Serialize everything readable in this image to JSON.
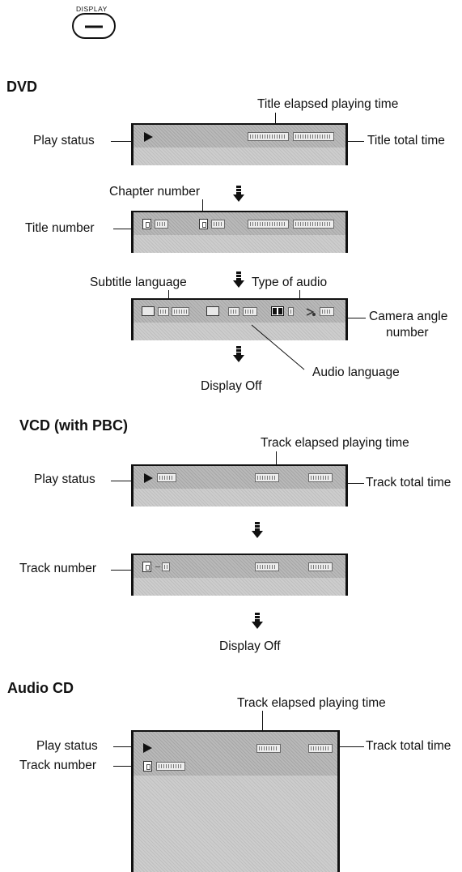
{
  "display_button": {
    "label": "DISPLAY"
  },
  "dvd": {
    "heading": "DVD",
    "title_elapsed": "Title elapsed playing time",
    "play_status": "Play status",
    "title_total": "Title total time",
    "chapter_number": "Chapter number",
    "title_number": "Title number",
    "subtitle_language": "Subtitle language",
    "type_of_audio": "Type of audio",
    "camera_angle_line1": "Camera angle",
    "camera_angle_line2": "number",
    "audio_language": "Audio language",
    "display_off": "Display Off"
  },
  "vcd": {
    "heading": "VCD (with PBC)",
    "track_elapsed": "Track elapsed playing time",
    "play_status": "Play status",
    "track_total": "Track total time",
    "track_number": "Track number",
    "display_off": "Display Off"
  },
  "audio_cd": {
    "heading": "Audio CD",
    "track_elapsed": "Track elapsed playing time",
    "play_status": "Play status",
    "track_total": "Track total time",
    "track_number": "Track number"
  },
  "icons": [
    "display-button-icon",
    "play-icon",
    "down-arrow-icon",
    "title-icon",
    "chapter-icon",
    "subtitle-icon",
    "audio-icon",
    "dolby-icon",
    "camera-angle-icon"
  ],
  "colors": {
    "panel": "#cdcdcd",
    "band": "#b9b9b9",
    "ink": "#111111"
  }
}
